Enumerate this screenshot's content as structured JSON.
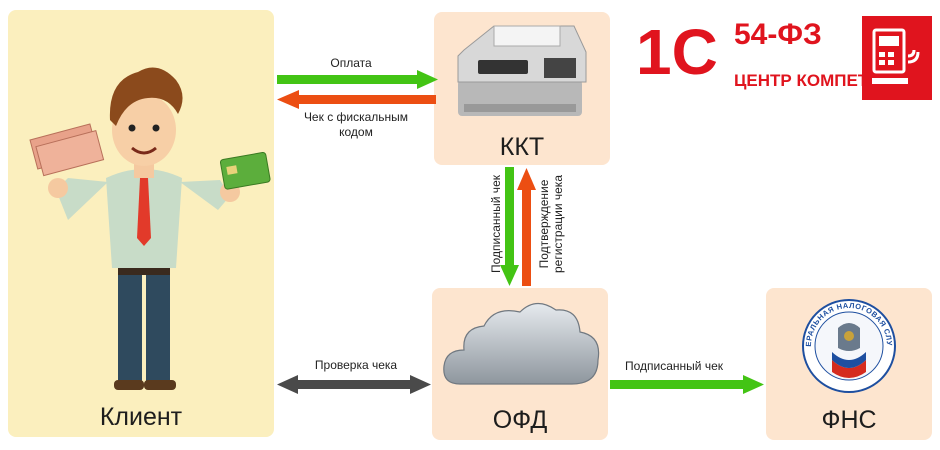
{
  "nodes": {
    "client": "Клиент",
    "kkt": "ККТ",
    "ofd": "ОФД",
    "fns": "ФНС"
  },
  "edges": {
    "payment": "Оплата",
    "receipt_line1": "Чек с фискальным",
    "receipt_line2": "кодом",
    "signed_receipt_vertical": "Подписанный чек",
    "confirmation_line1": "Подтверждение",
    "confirmation_line2": "регистрации чека",
    "check_receipt": "Проверка чека",
    "signed_receipt_fns": "Подписанный чек"
  },
  "logo": {
    "brand": "1С",
    "law": "54-ФЗ",
    "subtitle": "ЦЕНТР КОМПЕТЕНЦИИ"
  },
  "fns_emblem_text": "ФЕДЕРАЛЬНАЯ НАЛОГОВАЯ СЛУЖБА",
  "colors": {
    "green_arrow": "#43c414",
    "red_arrow": "#ec4e12",
    "dark_arrow": "#4a4a4a",
    "client_bg": "#fbefbe",
    "node_bg": "#fde5cf",
    "logo_red": "#e0141e"
  }
}
